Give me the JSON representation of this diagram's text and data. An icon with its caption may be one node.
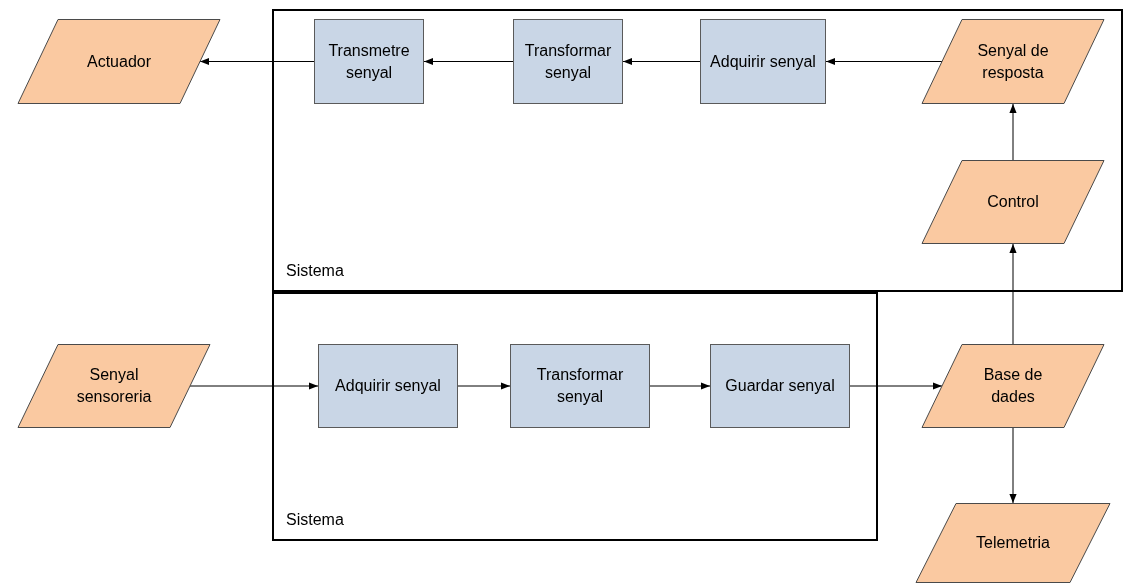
{
  "diagram": {
    "nodes": [
      {
        "text": [
          "Sistema"
        ]
      },
      {
        "text": [
          "Transmetre senyal"
        ],
        "in": 0
      },
      {
        "text": [
          "Transformar senyal"
        ],
        "in": 0
      },
      {
        "text": [
          "Adquirir senyal"
        ],
        "in": 0
      },
      {
        "text": [
          "Senyal de resposta"
        ],
        "in": 0
      },
      {
        "text": [
          "Control"
        ],
        "in": 0
      },
      {
        "text": [
          "Actuador"
        ]
      },
      {
        "text": [
          "Sistema"
        ]
      },
      {
        "text": [
          "Adquirir senyal"
        ],
        "in": 7
      },
      {
        "text": [
          "Transformar senyal"
        ],
        "in": 7
      },
      {
        "text": [
          "Guardar senyal"
        ],
        "in": 7
      },
      {
        "text": [
          "Senyal sensoreria"
        ]
      },
      {
        "text": [
          "Base de dades"
        ]
      },
      {
        "text": [
          "Telemetria"
        ]
      }
    ],
    "edges": [
      {
        "from": 4,
        "to": 3,
        "arrow": "to"
      },
      {
        "from": 3,
        "to": 2,
        "arrow": "to"
      },
      {
        "from": 2,
        "to": 1,
        "arrow": "to"
      },
      {
        "from": 1,
        "to": 6,
        "arrow": "to"
      },
      {
        "from": 5,
        "to": 4,
        "arrow": "to"
      },
      {
        "from": 12,
        "to": 5,
        "arrow": "to"
      },
      {
        "from": 11,
        "to": 8,
        "arrow": "to"
      },
      {
        "from": 8,
        "to": 9,
        "arrow": "to"
      },
      {
        "from": 9,
        "to": 10,
        "arrow": "to"
      },
      {
        "from": 10,
        "to": 12,
        "arrow": "to"
      },
      {
        "from": 12,
        "to": 13,
        "arrow": "to"
      }
    ]
  }
}
